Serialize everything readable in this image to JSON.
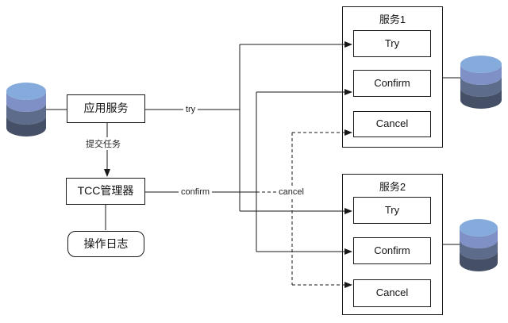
{
  "nodes": {
    "app_service": {
      "label": "应用服务"
    },
    "tcc_manager": {
      "label": "TCC管理器"
    },
    "op_log": {
      "label": "操作日志"
    },
    "service1": {
      "title": "服务1",
      "try": "Try",
      "confirm": "Confirm",
      "cancel": "Cancel"
    },
    "service2": {
      "title": "服务2",
      "try": "Try",
      "confirm": "Confirm",
      "cancel": "Cancel"
    }
  },
  "edges": {
    "try_label": "try",
    "confirm_label": "confirm",
    "cancel_label": "cancel",
    "submit_label": "提交任务"
  },
  "colors": {
    "line": "#1a1a1a",
    "box_border": "#1a1a1a",
    "db_top": "#84abdb",
    "db_band1": "#7e90c6",
    "db_band2": "#5e6c8b",
    "db_band3": "#454f66"
  }
}
